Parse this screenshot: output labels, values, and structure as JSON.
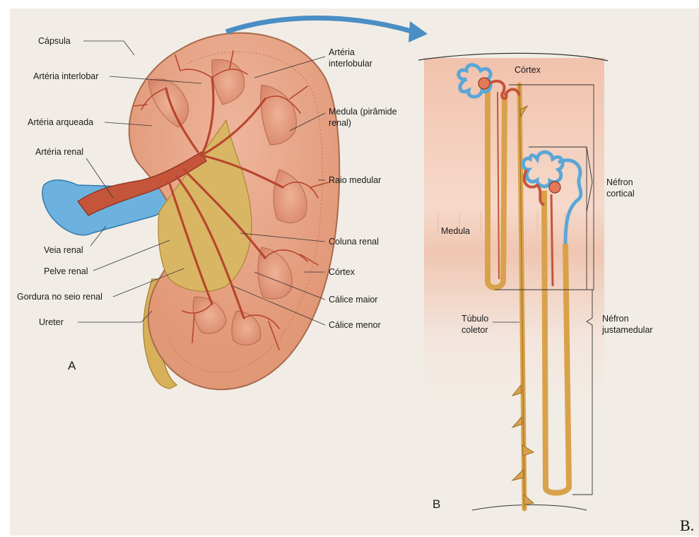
{
  "kidney_labels": {
    "capsula": "Cápsula",
    "arteria_interlobar": "Artéria interlobar",
    "arteria_arqueada": "Artéria arqueada",
    "arteria_renal": "Artéria renal",
    "veia_renal": "Veia renal",
    "pelve_renal": "Pelve renal",
    "gordura": "Gordura no seio renal",
    "ureter": "Ureter",
    "arteria_interlobular_1": "Artéria",
    "arteria_interlobular_2": "interlobular",
    "medula_piramide_1": "Medula (pirâmide",
    "medula_piramide_2": "renal)",
    "raio_medular": "Raio medular",
    "coluna_renal": "Coluna renal",
    "cortex": "Córtex",
    "calice_maior": "Cálice maior",
    "calice_menor": "Cálice menor",
    "panel_letter": "A"
  },
  "nephron_labels": {
    "cortex": "Córtex",
    "medula": "Medula",
    "nefron_cortical_1": "Néfron",
    "nefron_cortical_2": "cortical",
    "tubulo_coletor_1": "Túbulo",
    "tubulo_coletor_2": "coletor",
    "nefron_justamedular_1": "Néfron",
    "nefron_justamedular_2": "justamedular",
    "panel_letter": "B"
  },
  "trailing_text": "B.",
  "colors": {
    "page": "#f1ede6",
    "kidney_tissue": "#e9a98a",
    "artery": "#c4543a",
    "vein": "#5aa7d8",
    "fat": "#d9b86a",
    "tubule": "#d9a24a"
  }
}
